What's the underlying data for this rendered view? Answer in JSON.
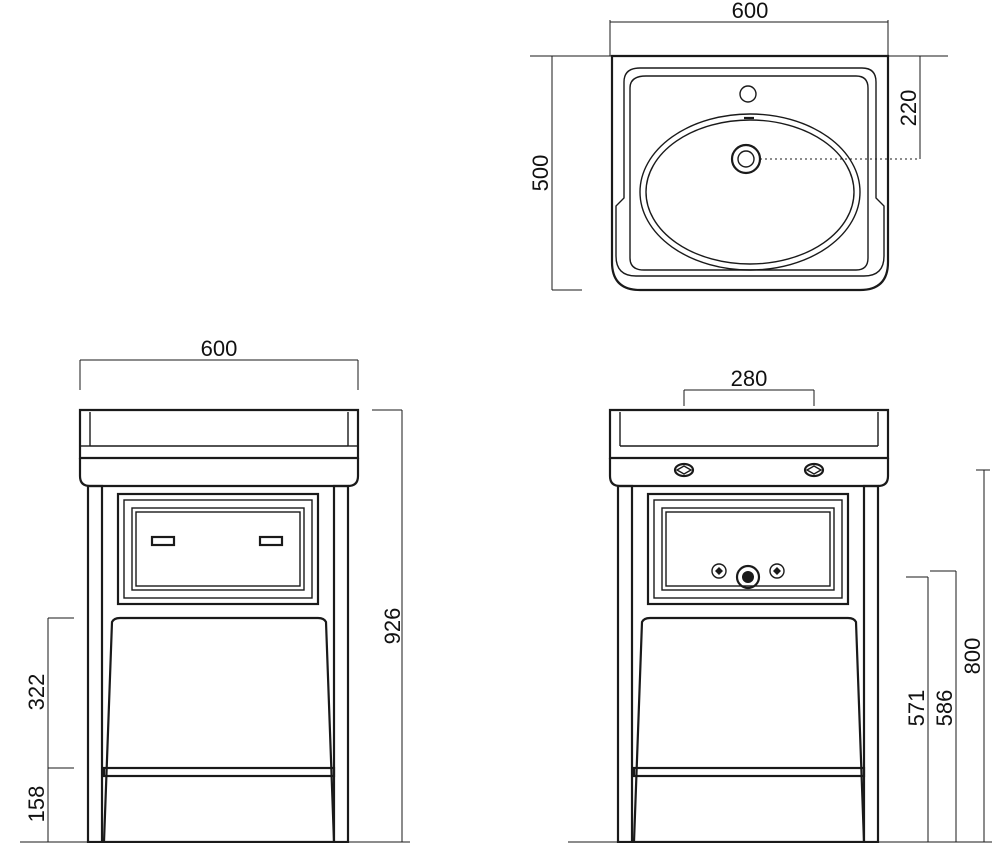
{
  "top_view": {
    "width_label": "600",
    "depth_label": "500",
    "tap_offset_label": "220"
  },
  "front_view": {
    "width_label": "600",
    "height_label": "926",
    "shelf_height_label": "322",
    "leg_height_label": "158"
  },
  "side_view": {
    "hole_spacing_label": "280",
    "height_label": "800",
    "drain_height_label": "571",
    "trap_height_label": "586"
  },
  "colors": {
    "line": "#1a1a1a",
    "background": "#ffffff"
  }
}
